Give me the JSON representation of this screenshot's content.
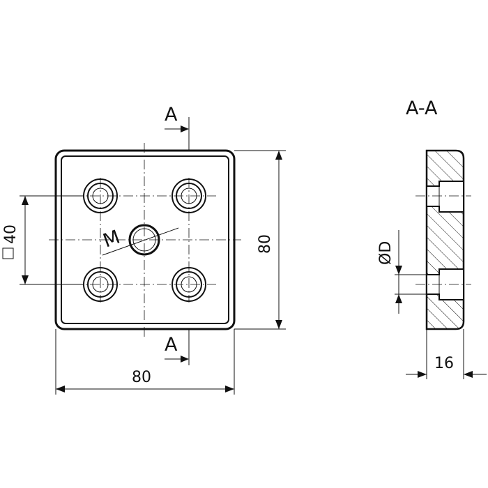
{
  "front_view": {
    "section_marker_top": "A",
    "section_marker_bottom": "A",
    "thread_label": "M",
    "width_dim": "80",
    "height_dim": "80",
    "hole_spacing_dim": "40",
    "square_symbol": "□"
  },
  "section_view": {
    "title": "A-A",
    "diameter_label": "ØD",
    "thickness_dim": "16"
  }
}
